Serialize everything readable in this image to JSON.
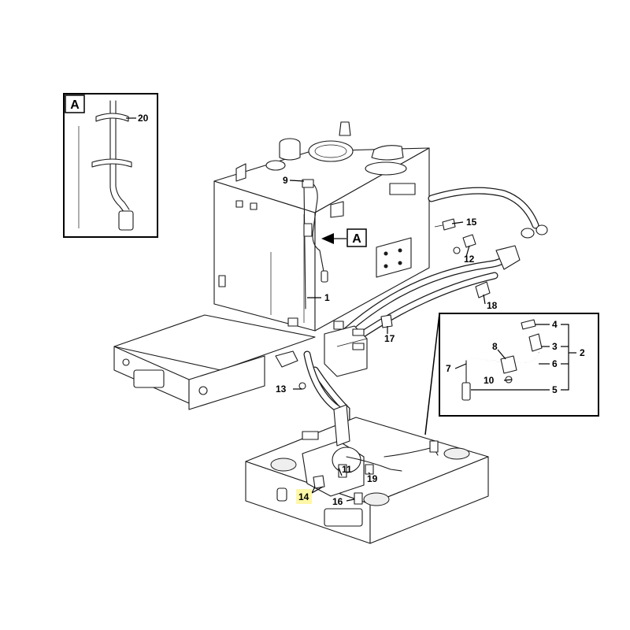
{
  "inset_a": {
    "letter": "A",
    "callout": "20"
  },
  "view_marker": {
    "letter": "A"
  },
  "detail_callouts": [
    "4",
    "3",
    "8",
    "2",
    "7",
    "6",
    "10",
    "5"
  ],
  "callouts": {
    "c1": "1",
    "c9": "9",
    "c11": "11",
    "c12": "12",
    "c13": "13",
    "c14": "14",
    "c15": "15",
    "c16": "16",
    "c17": "17",
    "c18": "18",
    "c19": "19"
  },
  "highlight": {
    "callout": "14",
    "color": "#fff7a8"
  }
}
